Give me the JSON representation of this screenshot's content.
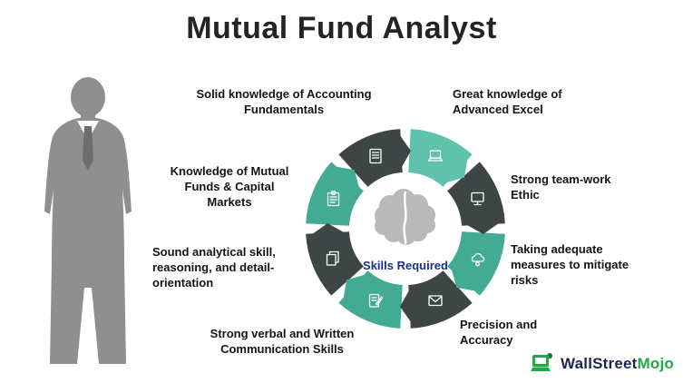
{
  "title": "Mutual Fund Analyst",
  "colors": {
    "teal": "#43AB93",
    "teal_light": "#5FC3AC",
    "dark": "#3E4545",
    "center_text": "#1C2E8C",
    "brain": "#b9b9b9",
    "silhouette": "#8f8f8f",
    "tie": "#6e6e6e",
    "shirt": "#ffffff",
    "logo_green": "#21A847",
    "logo_green_dark": "#0E7A33",
    "logo_dark": "#1B2653"
  },
  "diagram": {
    "center_label": "Skills Required",
    "skills": [
      {
        "label": "Solid knowledge of Accounting Fundamentals",
        "icon": "document-icon"
      },
      {
        "label": "Great knowledge of Advanced Excel",
        "icon": "laptop-icon"
      },
      {
        "label": "Strong team-work Ethic",
        "icon": "monitor-icon"
      },
      {
        "label": "Taking adequate measures to mitigate risks",
        "icon": "cloud-gear-icon"
      },
      {
        "label": "Precision and Accuracy",
        "icon": "envelope-icon"
      },
      {
        "label": "Strong verbal and Written Communication Skills",
        "icon": "pen-document-icon"
      },
      {
        "label": "Sound analytical skill, reasoning, and detail-orientation",
        "icon": "papers-icon"
      },
      {
        "label": "Knowledge of Mutual Funds & Capital Markets",
        "icon": "clipboard-icon"
      }
    ]
  },
  "logo": {
    "part1": "WallStreet",
    "part2": "Mojo"
  }
}
